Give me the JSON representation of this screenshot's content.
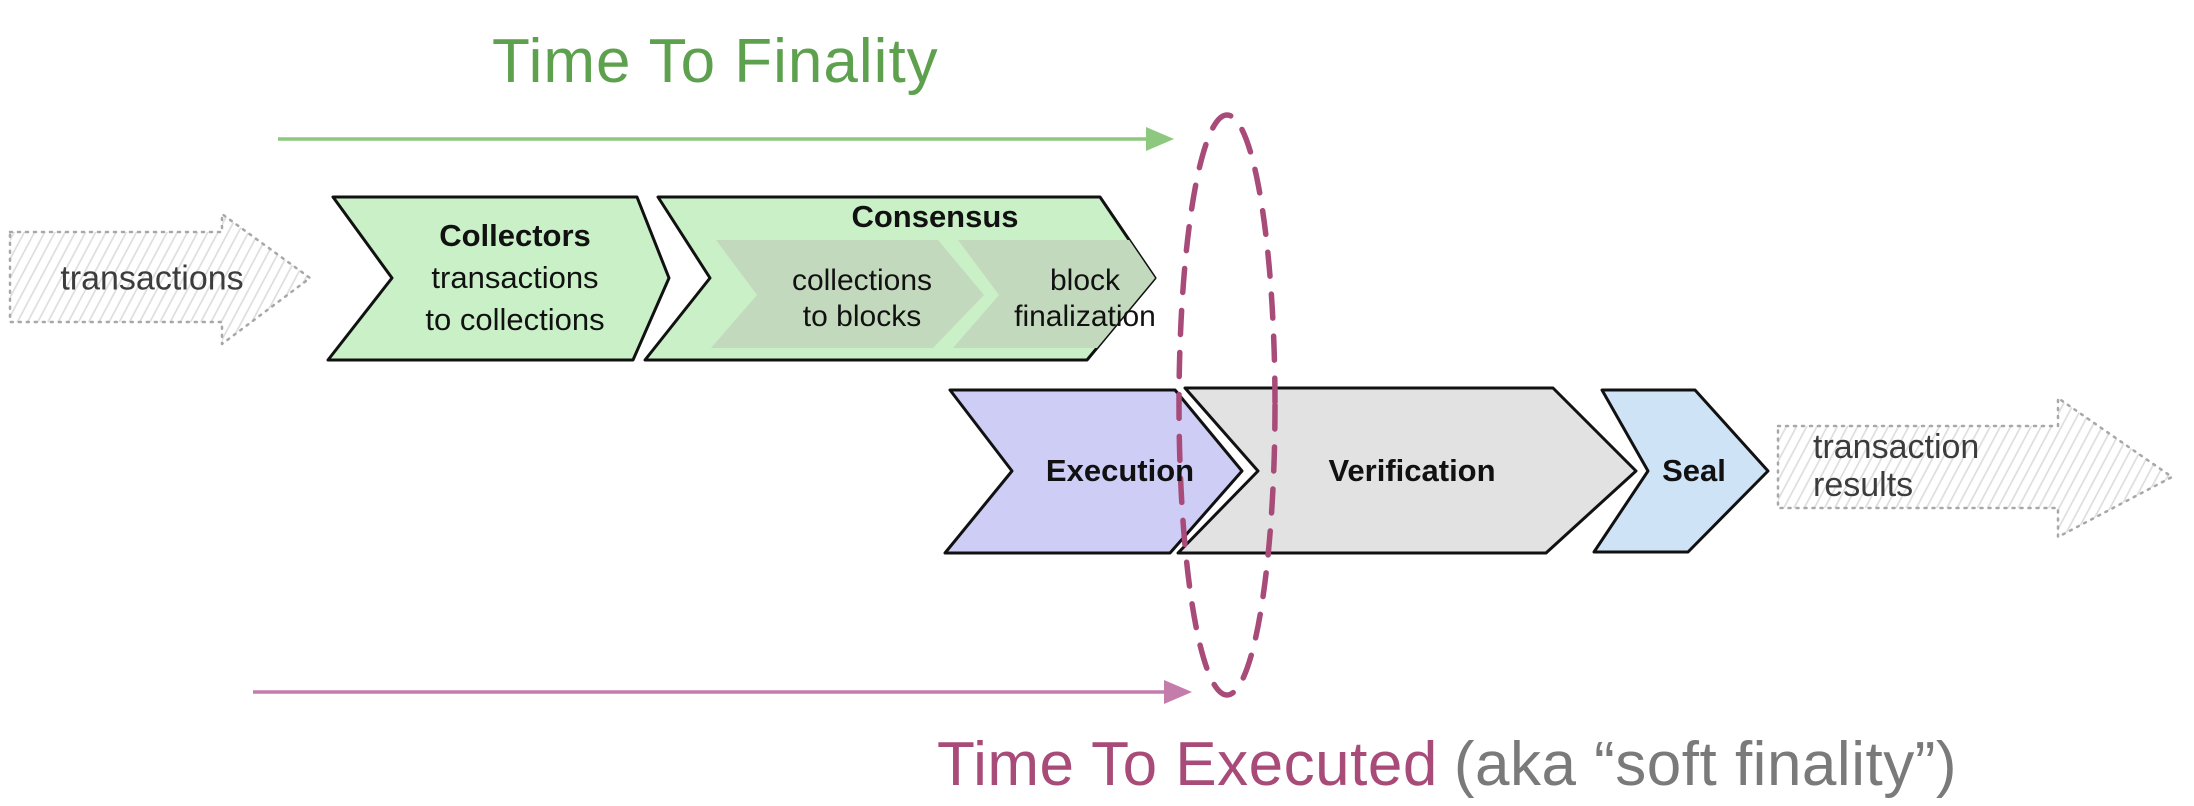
{
  "annotations": {
    "time_to_finality": "Time To Finality",
    "time_to_executed": "Time To Executed",
    "time_to_executed_suffix": "(aka “soft finality”)"
  },
  "io": {
    "input_label": "transactions",
    "output_label_line1": "transaction",
    "output_label_line2": "results"
  },
  "stages": {
    "collectors": {
      "title": "Collectors",
      "line1": "transactions",
      "line2": "to collections"
    },
    "consensus": {
      "title": "Consensus",
      "sub1_line1": "collections",
      "sub1_line2": "to blocks",
      "sub2_line1": "block",
      "sub2_line2": "finalization"
    },
    "execution": {
      "title": "Execution"
    },
    "verification": {
      "title": "Verification"
    },
    "seal": {
      "title": "Seal"
    }
  },
  "colors": {
    "title_green": "#5da14f",
    "arrow_green": "#8cc87e",
    "rose": "#a84b78",
    "pink": "#c47dab",
    "stage_green": "#c9f0c6",
    "stage_subgreen": "#c3d9bd",
    "stage_purple": "#cecdf6",
    "stage_gray": "#e2e2e2",
    "stage_blue": "#cfe3f7",
    "stage_border": "#111111",
    "sketch_outline": "#a8a8a8",
    "sketch_hatch": "#dcdcdc",
    "sketch_text": "#3c3c3c"
  }
}
